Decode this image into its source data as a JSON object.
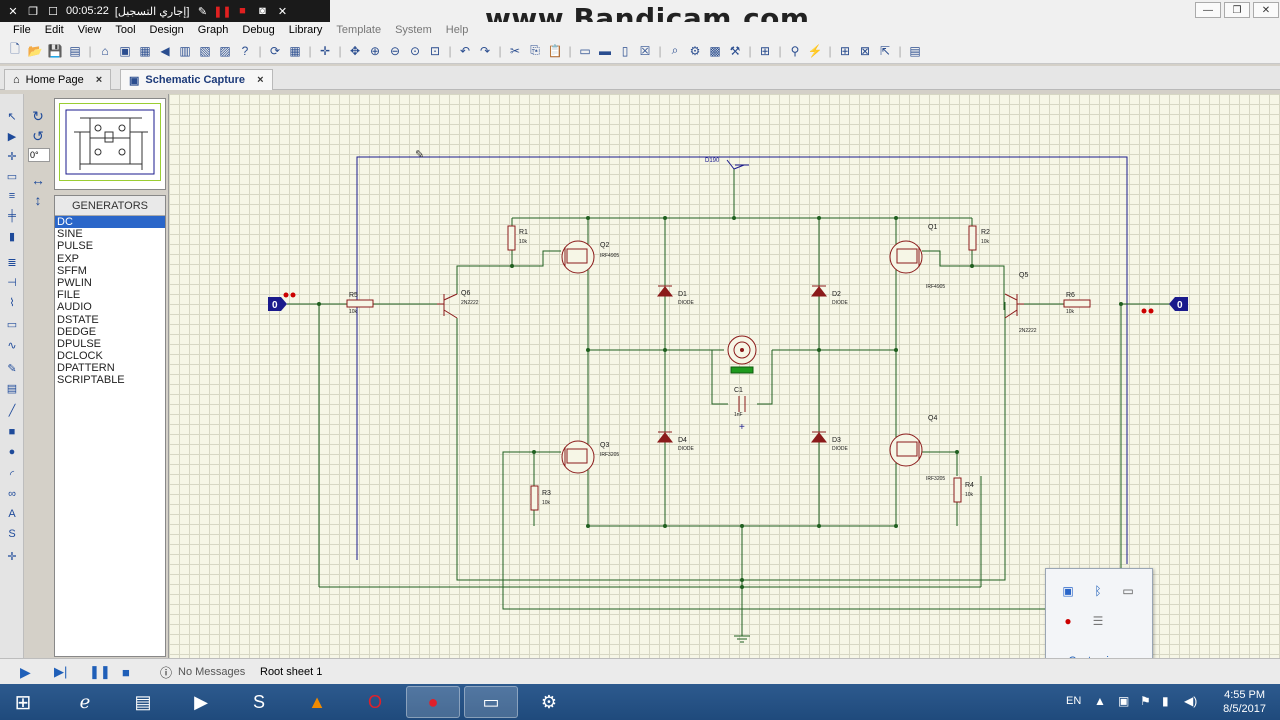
{
  "recorder": {
    "time": "00:05:22",
    "status_label": "[إجاري التسجيل]",
    "watermark": "www.Bandicam.com"
  },
  "menu": [
    "File",
    "Edit",
    "View",
    "Tool",
    "Design",
    "Graph",
    "Debug",
    "Library",
    "Template",
    "System",
    "Help"
  ],
  "tabs": [
    {
      "label": "Home Page",
      "icon": "home-icon"
    },
    {
      "label": "Schematic Capture",
      "icon": "isis-icon"
    }
  ],
  "rotation": {
    "angle_value": "0°"
  },
  "generators": {
    "header": "GENERATORS",
    "items": [
      "DC",
      "SINE",
      "PULSE",
      "EXP",
      "SFFM",
      "PWLIN",
      "FILE",
      "AUDIO",
      "DSTATE",
      "DEDGE",
      "DPULSE",
      "DCLOCK",
      "DPATTERN",
      "SCRIPTABLE"
    ],
    "selected": "DC"
  },
  "schematic": {
    "power_label": "D190",
    "left_logic_value": "0",
    "right_logic_value": "0",
    "components": {
      "R5": {
        "ref": "R5",
        "value": "10k"
      },
      "R6": {
        "ref": "R6",
        "value": "10k"
      },
      "R1": {
        "ref": "R1",
        "value": "10k"
      },
      "R2": {
        "ref": "R2",
        "value": "10k"
      },
      "R3": {
        "ref": "R3",
        "value": "10k"
      },
      "R4": {
        "ref": "R4",
        "value": "10k"
      },
      "Q6": {
        "ref": "Q6",
        "value": "2N2222"
      },
      "Q5": {
        "ref": "Q5",
        "value": "2N2222"
      },
      "Q2": {
        "ref": "Q2",
        "value": "IRF4905"
      },
      "Q1": {
        "ref": "Q1",
        "value": "IRF4905"
      },
      "Q3": {
        "ref": "Q3",
        "value": "IRF3205"
      },
      "Q4": {
        "ref": "Q4",
        "value": "IRF3205"
      },
      "D1": {
        "ref": "D1",
        "value": "DIODE"
      },
      "D2": {
        "ref": "D2",
        "value": "DIODE"
      },
      "D3": {
        "ref": "D3",
        "value": "DIODE"
      },
      "D4": {
        "ref": "D4",
        "value": "DIODE"
      },
      "C1": {
        "ref": "C1",
        "value": "1nF"
      }
    }
  },
  "status": {
    "messages": "No Messages",
    "sheet": "Root sheet 1"
  },
  "tray": {
    "customize": "Customize...",
    "language": "EN",
    "time": "4:55 PM",
    "date": "8/5/2017"
  },
  "colors": {
    "wire": "#1f5f1f",
    "frame": "#1a1a8c",
    "component": "#8b1a1a",
    "canvas_bg": "#f6f6e6",
    "selection": "#2a66c9"
  }
}
